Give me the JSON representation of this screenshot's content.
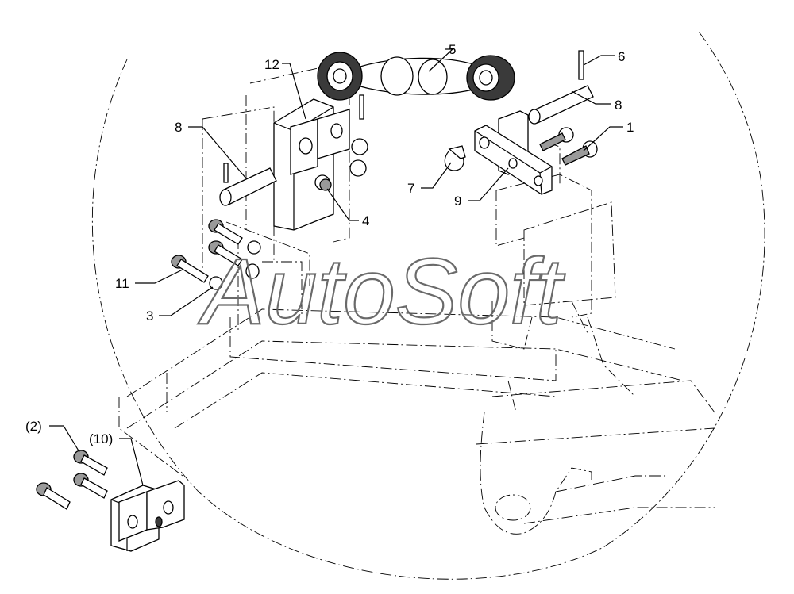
{
  "watermark": "AutoSoft",
  "callouts": [
    {
      "key": "1",
      "text": "1"
    },
    {
      "key": "3",
      "text": "3"
    },
    {
      "key": "4",
      "text": "4"
    },
    {
      "key": "5",
      "text": "5"
    },
    {
      "key": "6",
      "text": "6"
    },
    {
      "key": "7",
      "text": "7"
    },
    {
      "key": "8a",
      "text": "8"
    },
    {
      "key": "8b",
      "text": "8"
    },
    {
      "key": "9",
      "text": "9"
    },
    {
      "key": "11",
      "text": "11"
    },
    {
      "key": "12",
      "text": "12"
    },
    {
      "key": "2",
      "text": "(2)"
    },
    {
      "key": "10",
      "text": "(10)"
    }
  ]
}
